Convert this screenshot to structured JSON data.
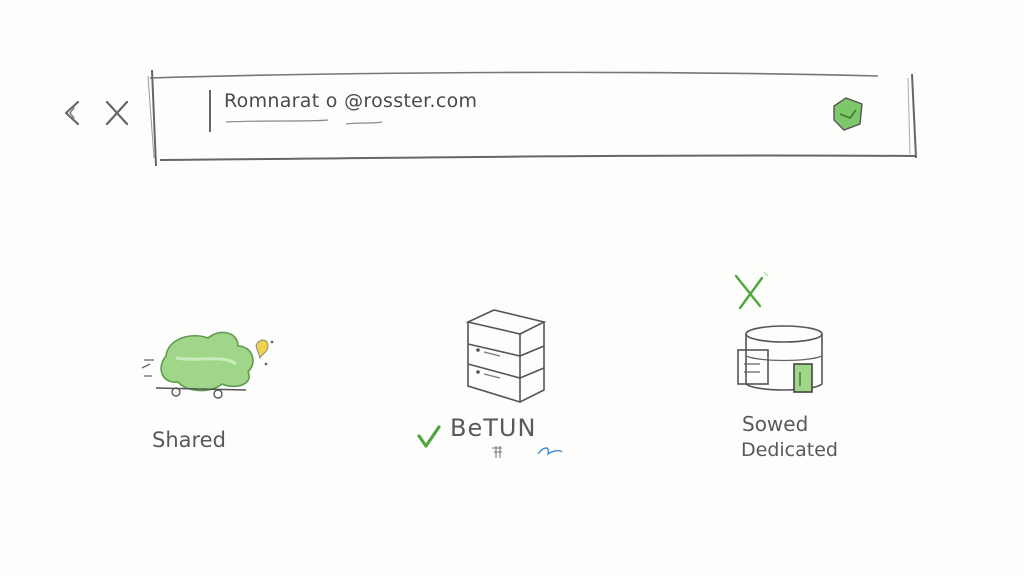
{
  "nav": {
    "back_icon": "chevron-left-icon",
    "close_icon": "close-icon"
  },
  "address_bar": {
    "url": "Romnarat o @rosster.com",
    "go_icon": "go-icon"
  },
  "plans": [
    {
      "id": "shared",
      "label": "Shared",
      "icon": "cloud-car-icon",
      "selected": false
    },
    {
      "id": "vps",
      "label": "BeTUN",
      "icon": "server-stack-icon",
      "selected": true,
      "selected_icon": "check-icon"
    },
    {
      "id": "dedicated",
      "label_line1": "Sowed",
      "label_line2": "Dedicated",
      "icon": "database-icon",
      "selected": false,
      "marker_icon": "cross-icon"
    }
  ],
  "colors": {
    "accent": "#7cc86a",
    "ink": "#555555",
    "highlight": "#f0d24a"
  }
}
